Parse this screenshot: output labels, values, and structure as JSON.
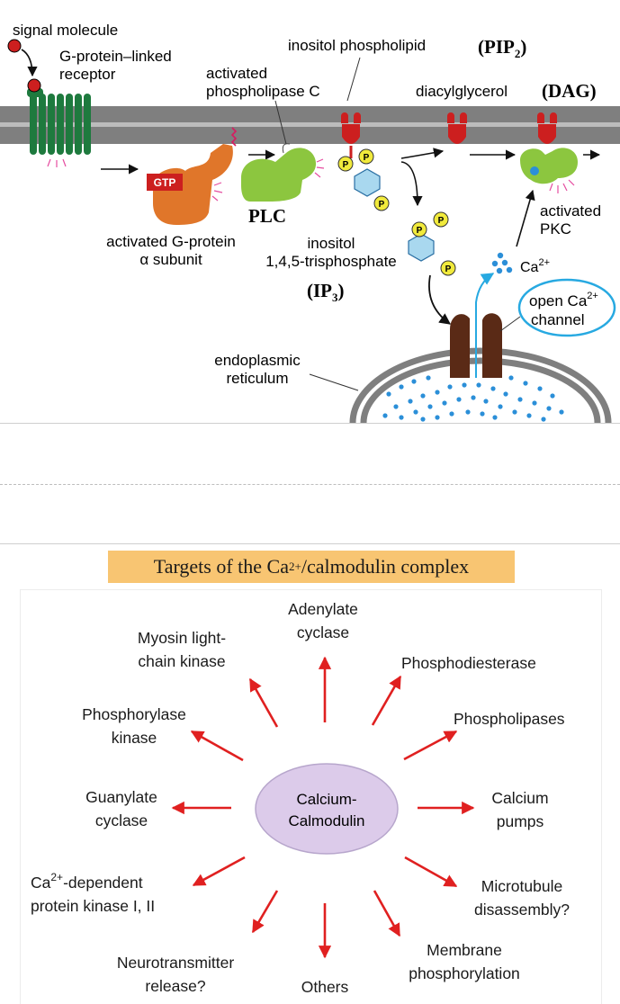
{
  "pathway": {
    "signal_molecule": "signal molecule",
    "receptor_line1": "G-protein–linked",
    "receptor_line2": "receptor",
    "inositol_phospholipid": "inositol phospholipid",
    "pip2": "(PIP",
    "pip2_sub": "2",
    "pip2_close": ")",
    "activated_plc_line1": "activated",
    "activated_plc_line2": "phospholipase C",
    "diacylglycerol": "diacylglycerol",
    "dag": "(DAG)",
    "gtp": "GTP",
    "plc": "PLC",
    "p": "P",
    "g_alpha_line1": "activated G-protein",
    "g_alpha_line2": "α subunit",
    "ip3_line1": "inositol",
    "ip3_line2": "1,4,5-trisphosphate",
    "ip3": "(IP",
    "ip3_sub": "3",
    "ip3_close": ")",
    "activated_pkc_line1": "activated",
    "activated_pkc_line2": "PKC",
    "ca": "Ca",
    "ca_sup": "2+",
    "channel_line1": "open Ca",
    "channel_line1_sup": "2+",
    "channel_line2": "channel",
    "er_line1": "endoplasmic",
    "er_line2": "reticulum",
    "colors": {
      "membrane": "#7f7f7f",
      "receptor": "#1e7a3e",
      "g_protein": "#e0762a",
      "plc": "#8cc63f",
      "lipid_head": "#cc1f1f",
      "inositol_ring": "#a9d8ef",
      "phosphate": "#f1ea3c",
      "channel": "#5a2a16",
      "calcium": "#2b8fd8",
      "channel_circle": "#27a9e1"
    }
  },
  "calmodulin": {
    "title_pre": "Targets of the Ca",
    "title_sup": "2+",
    "title_post": "/calmodulin complex",
    "center_line1": "Calcium-",
    "center_line2": "Calmodulin",
    "targets": {
      "adenylate": [
        "Adenylate",
        "cyclase"
      ],
      "phosphodiesterase": [
        "Phosphodiesterase"
      ],
      "phospholipases": [
        "Phospholipases"
      ],
      "calcium_pumps": [
        "Calcium",
        "pumps"
      ],
      "microtubule": [
        "Microtubule",
        "disassembly?"
      ],
      "membrane": [
        "Membrane",
        "phosphorylation"
      ],
      "others": [
        "Others"
      ],
      "neurotransmitter": [
        "Neurotransmitter",
        "release?"
      ],
      "ca_kinase_pre": "Ca",
      "ca_kinase_sup": "2+",
      "ca_kinase_post": "-dependent",
      "ca_kinase_line2": "protein kinase I, II",
      "guanylate": [
        "Guanylate",
        "cyclase"
      ],
      "phosphorylase": [
        "Phosphorylase",
        "kinase"
      ],
      "myosin": [
        "Myosin light-",
        "chain kinase"
      ]
    },
    "colors": {
      "title_bg": "#f8c572",
      "center_fill": "#dccbea",
      "arrow": "#e02020"
    }
  }
}
